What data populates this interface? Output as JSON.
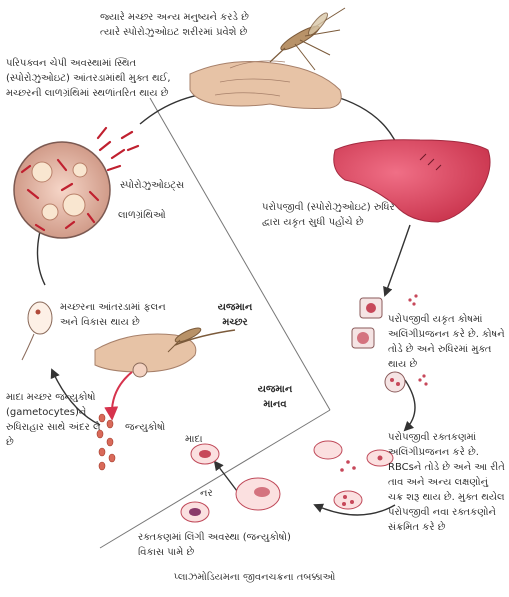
{
  "labels": {
    "mosquito_bite": "જ્યારે મચ્છર અન્ય મનુષ્યને કરડે છે ત્યારે સ્પોરોઝુઓઇટ શરીરમાં પ્રવેશે છે",
    "mature_stage": "પરિપક્વન ચેપી અવસ્થામાં સ્થિત (સ્પોરોઝુઓઇટ) આંતરડામાંથી મુક્ત થઈ, મચ્છરની લાળગ્રંથિમાં સ્થળાંતરિત થાય છે",
    "sporozoites": "સ્પોરોઝુઓઇટ્સ",
    "salivary_glands": "લાળગ્રંથિઓ",
    "to_liver": "પરોપજીવી (સ્પોરોઝુઓઇટ) રુધિર દ્વારા યકૃત સુધી પહોંચે છે",
    "gut_fertilization": "મચ્છરના આંતરડામાં ફલન અને વિકાસ થાય છે",
    "host_mosquito": "યજમાન મચ્છર",
    "liver_cells": "પરોપજીવી યકૃત કોષમાં અલિંગીપ્રજનન કરે છે. કોષને તોડે છે અને રુધિરમાં મુક્ત થાય છે",
    "host_human": "યજમાન માનવ",
    "female_takes_gametocytes": "માદા મચ્છર જન્યુકોષો (gametocytes)ને રુધિરાહાર સાથે અંદર લે છે",
    "gametes": "જન્યુકોષો",
    "female": "માદા",
    "male": "નર",
    "rbc_reproduction": "પરોપજીવી રક્તકણમાં અલિંગીપ્રજનન કરે છે. RBCsને તોડે છે અને આ રીતે તાવ અને અન્ય લક્ષણોનું ચક્ર શરૂ થાય છે. મુક્ત થયેલ પરોપજીવી નવા રક્તકણોને સંક્રમિત કરે છે",
    "sexual_stage": "રક્તકણમાં લિંગી અવસ્થા (જન્યુકોષો) વિકાસ પામે છે"
  },
  "caption": "પ્લાઝમોડિયમના જીવનચક્રના તબક્કાઓ"
}
